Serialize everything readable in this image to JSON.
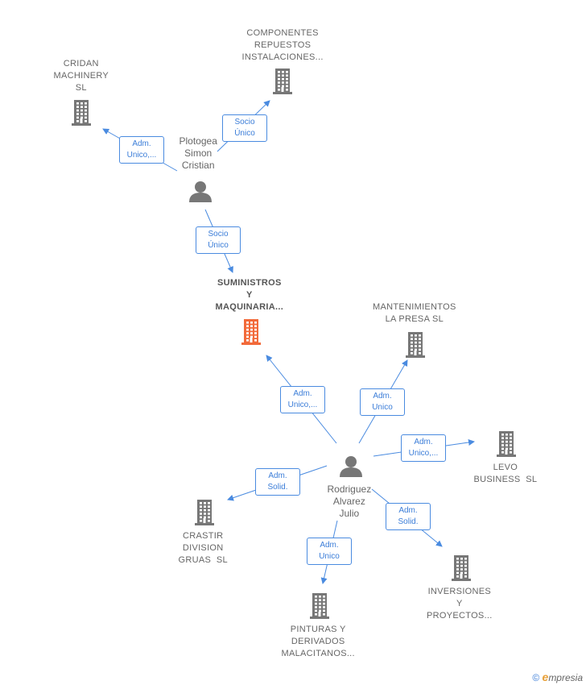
{
  "colors": {
    "edge": "#4a8be0",
    "building": "#777777",
    "focus_building": "#f26a3a",
    "person": "#777777"
  },
  "nodes": {
    "cridan": {
      "lines": [
        "CRIDAN",
        "MACHINERY",
        "SL"
      ],
      "icon": "building-icon"
    },
    "componentes": {
      "lines": [
        "COMPONENTES",
        "REPUESTOS",
        "INSTALACIONES..."
      ],
      "icon": "building-icon"
    },
    "plotogea": {
      "lines": [
        "Plotogea",
        "Simon",
        "Cristian"
      ],
      "icon": "person-icon"
    },
    "suministros": {
      "lines": [
        "SUMINISTROS",
        "Y",
        "MAQUINARIA..."
      ],
      "icon": "building-icon"
    },
    "mantenimientos": {
      "lines": [
        "MANTENIMIENTOS",
        "LA PRESA SL"
      ],
      "icon": "building-icon"
    },
    "levo": {
      "lines": [
        "LEVO",
        "BUSINESS  SL"
      ],
      "icon": "building-icon"
    },
    "rodriguez": {
      "lines": [
        "Rodriguez",
        "Alvarez",
        "Julio"
      ],
      "icon": "person-icon"
    },
    "crastir": {
      "lines": [
        "CRASTIR",
        "DIVISION",
        "GRUAS  SL"
      ],
      "icon": "building-icon"
    },
    "pinturas": {
      "lines": [
        "PINTURAS Y",
        "DERIVADOS",
        "MALACITANOS..."
      ],
      "icon": "building-icon"
    },
    "inversiones": {
      "lines": [
        "INVERSIONES",
        "Y",
        "PROYECTOS..."
      ],
      "icon": "building-icon"
    }
  },
  "edges": [
    {
      "from": "plotogea",
      "to": "cridan",
      "label": [
        "Adm.",
        "Unico,..."
      ]
    },
    {
      "from": "plotogea",
      "to": "componentes",
      "label": [
        "Socio",
        "Único"
      ]
    },
    {
      "from": "plotogea",
      "to": "suministros",
      "label": [
        "Socio",
        "Único"
      ]
    },
    {
      "from": "rodriguez",
      "to": "suministros",
      "label": [
        "Adm.",
        "Unico,..."
      ]
    },
    {
      "from": "rodriguez",
      "to": "mantenimientos",
      "label": [
        "Adm.",
        "Unico"
      ]
    },
    {
      "from": "rodriguez",
      "to": "levo",
      "label": [
        "Adm.",
        "Unico,..."
      ]
    },
    {
      "from": "rodriguez",
      "to": "crastir",
      "label": [
        "Adm.",
        "Solid."
      ]
    },
    {
      "from": "rodriguez",
      "to": "pinturas",
      "label": [
        "Adm.",
        "Unico"
      ]
    },
    {
      "from": "rodriguez",
      "to": "inversiones",
      "label": [
        "Adm.",
        "Solid."
      ]
    }
  ],
  "footer": {
    "copyright": "©",
    "brand_e": "e",
    "brand_rest": "mpresia"
  }
}
